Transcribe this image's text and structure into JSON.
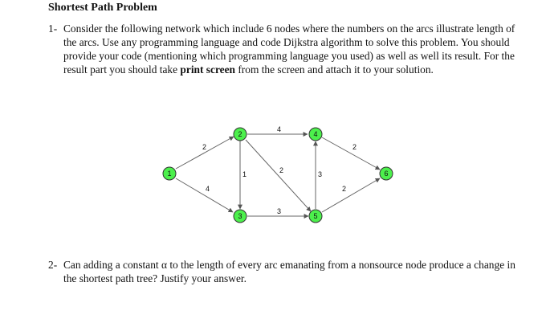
{
  "title": "Shortest Path Problem",
  "q1": {
    "number": "1-",
    "text_before": "Consider the following network which include 6 nodes where the numbers on the arcs illustrate length of the arcs. Use any programming language and code Dijkstra algorithm to solve this problem. You should provide your code (mentioning which programming language you used) as well as well its result. For the result part you should take ",
    "bold": "print screen",
    "text_after": " from the screen and attach it to your solution."
  },
  "graph": {
    "nodes": [
      "1",
      "2",
      "3",
      "4",
      "5",
      "6"
    ],
    "edges": [
      {
        "from": "1",
        "to": "2",
        "weight": "2"
      },
      {
        "from": "1",
        "to": "3",
        "weight": "4"
      },
      {
        "from": "2",
        "to": "3",
        "weight": "1"
      },
      {
        "from": "2",
        "to": "4",
        "weight": "4"
      },
      {
        "from": "2",
        "to": "5",
        "weight": "2"
      },
      {
        "from": "3",
        "to": "5",
        "weight": "3"
      },
      {
        "from": "5",
        "to": "4",
        "weight": "3"
      },
      {
        "from": "4",
        "to": "6",
        "weight": "2"
      },
      {
        "from": "5",
        "to": "6",
        "weight": "2"
      }
    ]
  },
  "q2": {
    "number": "2-",
    "text": "Can adding a constant α to the length of every arc emanating from a nonsource node produce a change in the shortest path tree? Justify your answer."
  }
}
